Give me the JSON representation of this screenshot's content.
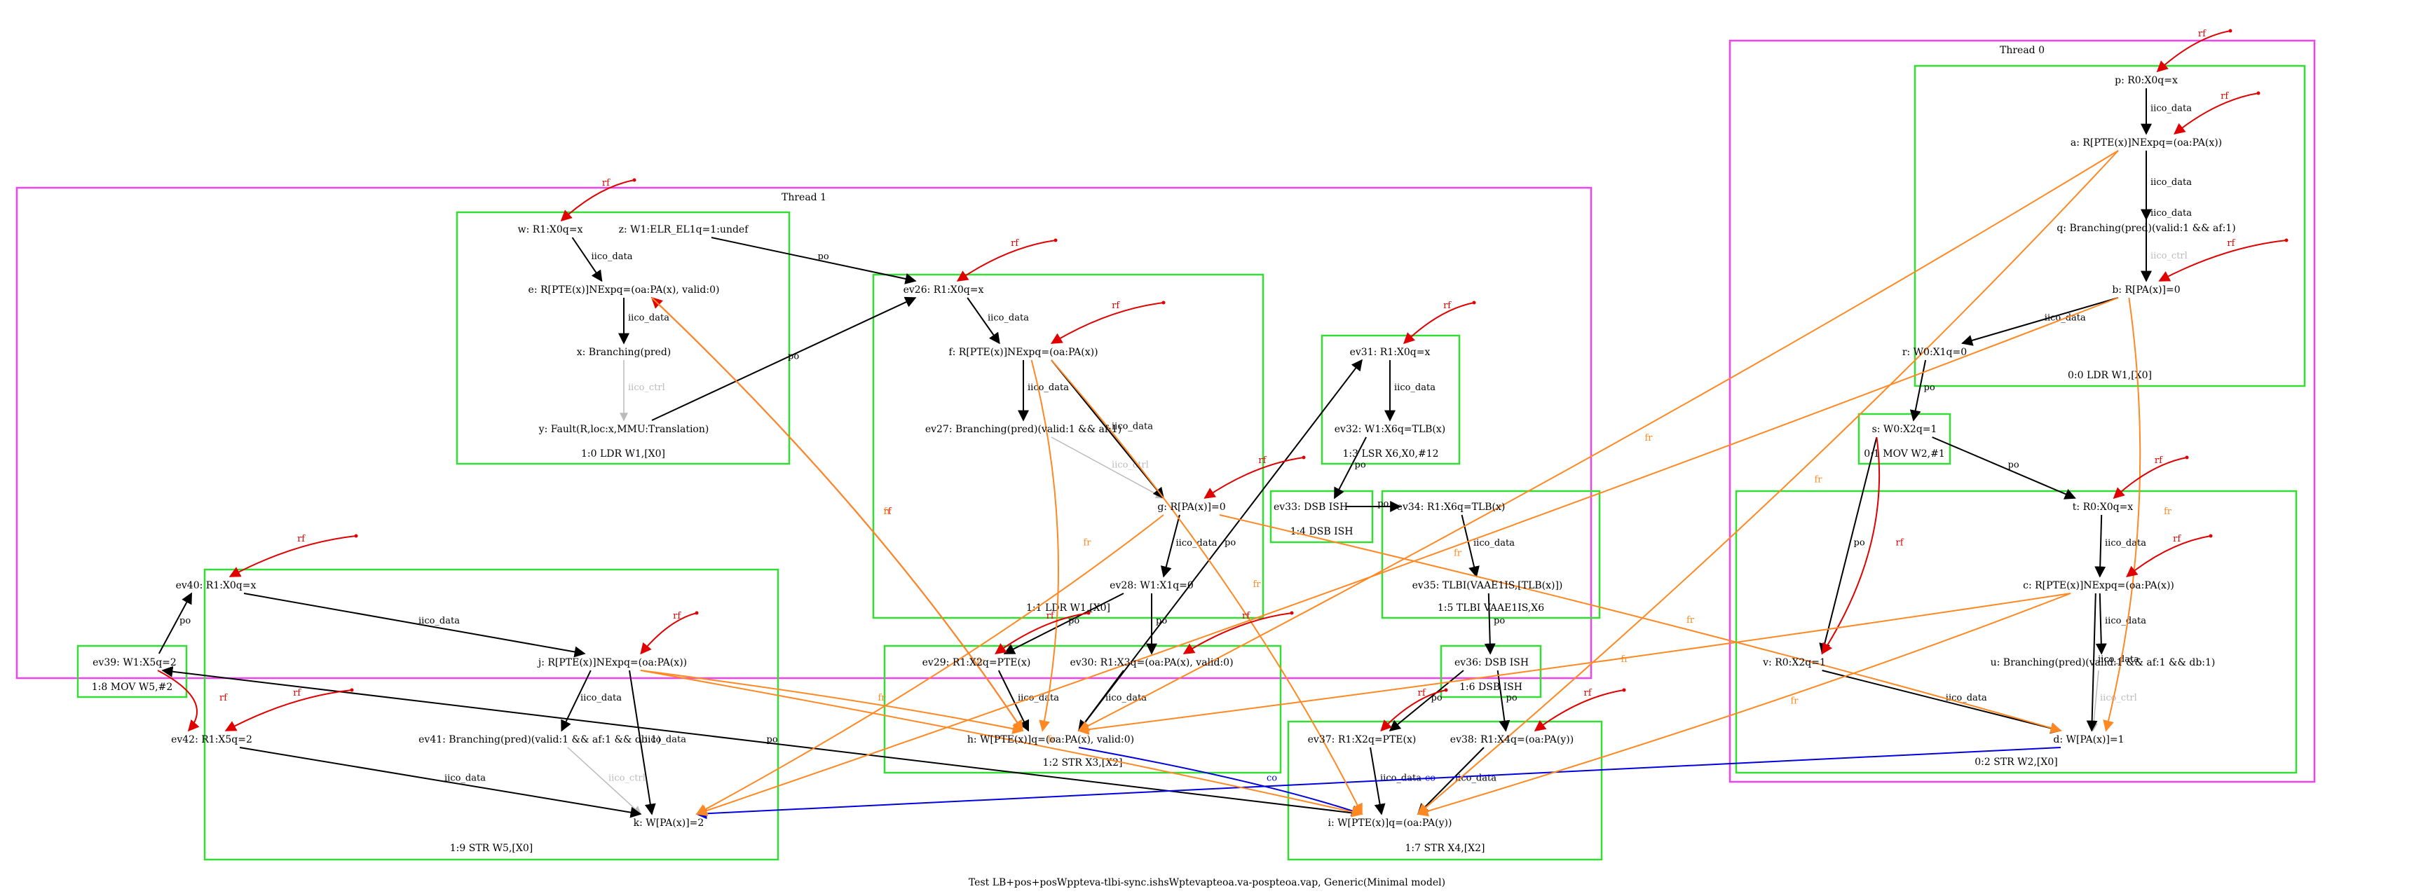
{
  "caption": "Test LB+pos+posWppteva-tlbi-sync.ishsWptevapteoa.va-pospteoa.vap, Generic(Minimal model)",
  "colors": {
    "thread": "#ee44ee",
    "instr": "#33dd33",
    "iico": "#000000",
    "ctrl": "#bbbbbb",
    "rf": "#e00000",
    "fr": "#ff8822",
    "co": "#0000dd",
    "po": "#000000"
  },
  "edge_labels": {
    "iico_data": "iico_data",
    "iico_ctrl": "iico_ctrl",
    "rf": "rf",
    "fr": "fr",
    "co": "co",
    "po": "po"
  },
  "clusters": [
    {
      "id": "thread1",
      "kind": "thread",
      "label": "Thread 1"
    },
    {
      "id": "thread0",
      "kind": "thread",
      "label": "Thread 0"
    },
    {
      "id": "i1_0",
      "kind": "instr",
      "label": "1:0 LDR W1,[X0]"
    },
    {
      "id": "i1_1",
      "kind": "instr",
      "label": "1:1 LDR W1,[X0]"
    },
    {
      "id": "i1_3",
      "kind": "instr",
      "label": "1:3 LSR X6,X0,#12"
    },
    {
      "id": "i1_4",
      "kind": "instr",
      "label": "1:4 DSB ISH"
    },
    {
      "id": "i1_5",
      "kind": "instr",
      "label": "1:5 TLBI VAAE1IS,X6"
    },
    {
      "id": "i1_6",
      "kind": "instr",
      "label": "1:6 DSB ISH"
    },
    {
      "id": "i1_8",
      "kind": "instr",
      "label": "1:8 MOV W5,#2"
    },
    {
      "id": "i1_9",
      "kind": "instr",
      "label": "1:9 STR W5,[X0]"
    },
    {
      "id": "i1_2",
      "kind": "instr",
      "label": "1:2 STR X3,[X2]"
    },
    {
      "id": "i1_7",
      "kind": "instr",
      "label": "1:7 STR X4,[X2]"
    },
    {
      "id": "i0_0",
      "kind": "instr",
      "label": "0:0 LDR W1,[X0]"
    },
    {
      "id": "i0_1",
      "kind": "instr",
      "label": "0:1 MOV W2,#1"
    },
    {
      "id": "i0_2",
      "kind": "instr",
      "label": "0:2 STR W2,[X0]"
    }
  ],
  "nodes": [
    {
      "id": "w",
      "label": "w: R1:X0q=x"
    },
    {
      "id": "z",
      "label": "z: W1:ELR_EL1q=1:undef"
    },
    {
      "id": "e",
      "label": "e: R[PTE(x)]NExpq=(oa:PA(x), valid:0)"
    },
    {
      "id": "x",
      "label": "x: Branching(pred)"
    },
    {
      "id": "y",
      "label": "y: Fault(R,loc:x,MMU:Translation)"
    },
    {
      "id": "ev26",
      "label": "ev26: R1:X0q=x"
    },
    {
      "id": "f",
      "label": "f: R[PTE(x)]NExpq=(oa:PA(x))"
    },
    {
      "id": "ev27",
      "label": "ev27: Branching(pred)(valid:1 && af:1)"
    },
    {
      "id": "g",
      "label": "g: R[PA(x)]=0"
    },
    {
      "id": "ev28",
      "label": "ev28: W1:X1q=0"
    },
    {
      "id": "ev31",
      "label": "ev31: R1:X0q=x"
    },
    {
      "id": "ev32",
      "label": "ev32: W1:X6q=TLB(x)"
    },
    {
      "id": "ev33",
      "label": "ev33: DSB ISH"
    },
    {
      "id": "ev34",
      "label": "ev34: R1:X6q=TLB(x)"
    },
    {
      "id": "ev35",
      "label": "ev35: TLBI(VAAE1IS,[TLB(x)])"
    },
    {
      "id": "ev36",
      "label": "ev36: DSB ISH"
    },
    {
      "id": "ev40",
      "label": "ev40: R1:X0q=x"
    },
    {
      "id": "ev39",
      "label": "ev39: W1:X5q=2"
    },
    {
      "id": "j",
      "label": "j: R[PTE(x)]NExpq=(oa:PA(x))"
    },
    {
      "id": "ev41",
      "label": "ev41: Branching(pred)(valid:1 && af:1 && db:1)"
    },
    {
      "id": "ev42",
      "label": "ev42: R1:X5q=2"
    },
    {
      "id": "k",
      "label": "k: W[PA(x)]=2"
    },
    {
      "id": "ev29",
      "label": "ev29: R1:X2q=PTE(x)"
    },
    {
      "id": "ev30",
      "label": "ev30: R1:X3q=(oa:PA(x), valid:0)"
    },
    {
      "id": "h",
      "label": "h: W[PTE(x)]q=(oa:PA(x), valid:0)"
    },
    {
      "id": "ev37",
      "label": "ev37: R1:X2q=PTE(x)"
    },
    {
      "id": "ev38",
      "label": "ev38: R1:X4q=(oa:PA(y))"
    },
    {
      "id": "i",
      "label": "i: W[PTE(x)]q=(oa:PA(y))"
    },
    {
      "id": "p",
      "label": "p: R0:X0q=x"
    },
    {
      "id": "a",
      "label": "a: R[PTE(x)]NExpq=(oa:PA(x))"
    },
    {
      "id": "q",
      "label": "q: Branching(pred)(valid:1 && af:1)"
    },
    {
      "id": "b",
      "label": "b: R[PA(x)]=0"
    },
    {
      "id": "r",
      "label": "r: W0:X1q=0"
    },
    {
      "id": "s",
      "label": "s: W0:X2q=1"
    },
    {
      "id": "t",
      "label": "t: R0:X0q=x"
    },
    {
      "id": "c",
      "label": "c: R[PTE(x)]NExpq=(oa:PA(x))"
    },
    {
      "id": "u",
      "label": "u: Branching(pred)(valid:1 && af:1 && db:1)"
    },
    {
      "id": "v",
      "label": "v: R0:X2q=1"
    },
    {
      "id": "d",
      "label": "d: W[PA(x)]=1"
    }
  ],
  "edges": [
    {
      "from": "w",
      "to": "e",
      "kind": "iico_data"
    },
    {
      "from": "e",
      "to": "x",
      "kind": "iico_data"
    },
    {
      "from": "x",
      "to": "y",
      "kind": "iico_ctrl"
    },
    {
      "from": "z",
      "to": "ev26",
      "kind": "po"
    },
    {
      "from": "y",
      "to": "ev26",
      "kind": "po"
    },
    {
      "from": "ev26",
      "to": "f",
      "kind": "iico_data"
    },
    {
      "from": "f",
      "to": "ev27",
      "kind": "iico_data"
    },
    {
      "from": "ev27",
      "to": "g",
      "kind": "iico_ctrl"
    },
    {
      "from": "f",
      "to": "g",
      "kind": "iico_data"
    },
    {
      "from": "g",
      "to": "ev28",
      "kind": "iico_data"
    },
    {
      "from": "ev28",
      "to": "ev29",
      "kind": "po"
    },
    {
      "from": "ev28",
      "to": "ev30",
      "kind": "po"
    },
    {
      "from": "ev29",
      "to": "h",
      "kind": "iico_data"
    },
    {
      "from": "ev30",
      "to": "h",
      "kind": "iico_data"
    },
    {
      "from": "h",
      "to": "ev31",
      "kind": "po"
    },
    {
      "from": "ev31",
      "to": "ev32",
      "kind": "iico_data"
    },
    {
      "from": "ev32",
      "to": "ev33",
      "kind": "po"
    },
    {
      "from": "ev33",
      "to": "ev34",
      "kind": "po"
    },
    {
      "from": "ev34",
      "to": "ev35",
      "kind": "iico_data"
    },
    {
      "from": "ev35",
      "to": "ev36",
      "kind": "po"
    },
    {
      "from": "ev36",
      "to": "ev37",
      "kind": "po"
    },
    {
      "from": "ev36",
      "to": "ev38",
      "kind": "po"
    },
    {
      "from": "ev37",
      "to": "i",
      "kind": "iico_data"
    },
    {
      "from": "ev38",
      "to": "i",
      "kind": "iico_data"
    },
    {
      "from": "i",
      "to": "ev39",
      "kind": "po"
    },
    {
      "from": "ev39",
      "to": "ev40",
      "kind": "po"
    },
    {
      "from": "ev39",
      "to": "ev42",
      "kind": "rf"
    },
    {
      "from": "ev40",
      "to": "j",
      "kind": "iico_data"
    },
    {
      "from": "j",
      "to": "ev41",
      "kind": "iico_data"
    },
    {
      "from": "ev41",
      "to": "k",
      "kind": "iico_ctrl"
    },
    {
      "from": "j",
      "to": "k",
      "kind": "iico_data"
    },
    {
      "from": "ev42",
      "to": "k",
      "kind": "iico_data"
    },
    {
      "from": "h",
      "to": "e",
      "kind": "rf"
    },
    {
      "from": "h",
      "to": "i",
      "kind": "co"
    },
    {
      "from": "d",
      "to": "k",
      "kind": "co"
    },
    {
      "from": "p",
      "to": "a",
      "kind": "iico_data"
    },
    {
      "from": "a",
      "to": "q",
      "kind": "iico_data"
    },
    {
      "from": "q",
      "to": "b",
      "kind": "iico_ctrl"
    },
    {
      "from": "a",
      "to": "b",
      "kind": "iico_data"
    },
    {
      "from": "b",
      "to": "r",
      "kind": "iico_data"
    },
    {
      "from": "r",
      "to": "s",
      "kind": "po"
    },
    {
      "from": "s",
      "to": "t",
      "kind": "po"
    },
    {
      "from": "s",
      "to": "v",
      "kind": "po"
    },
    {
      "from": "s",
      "to": "v",
      "kind": "rf"
    },
    {
      "from": "t",
      "to": "c",
      "kind": "iico_data"
    },
    {
      "from": "c",
      "to": "u",
      "kind": "iico_data"
    },
    {
      "from": "u",
      "to": "d",
      "kind": "iico_ctrl"
    },
    {
      "from": "c",
      "to": "d",
      "kind": "iico_data"
    },
    {
      "from": "v",
      "to": "d",
      "kind": "iico_data"
    },
    {
      "from": "e",
      "to": "h",
      "kind": "fr"
    },
    {
      "from": "f",
      "to": "h",
      "kind": "fr"
    },
    {
      "from": "f",
      "to": "i",
      "kind": "fr"
    },
    {
      "from": "g",
      "to": "k",
      "kind": "fr"
    },
    {
      "from": "g",
      "to": "d",
      "kind": "fr"
    },
    {
      "from": "j",
      "to": "h",
      "kind": "fr"
    },
    {
      "from": "j",
      "to": "i",
      "kind": "fr"
    },
    {
      "from": "a",
      "to": "h",
      "kind": "fr"
    },
    {
      "from": "a",
      "to": "i",
      "kind": "fr"
    },
    {
      "from": "b",
      "to": "d",
      "kind": "fr"
    },
    {
      "from": "b",
      "to": "k",
      "kind": "fr"
    },
    {
      "from": "c",
      "to": "h",
      "kind": "fr"
    },
    {
      "from": "c",
      "to": "i",
      "kind": "fr"
    },
    {
      "from": "INIT",
      "to": "w",
      "kind": "rf"
    },
    {
      "from": "INIT",
      "to": "ev26",
      "kind": "rf"
    },
    {
      "from": "INIT",
      "to": "f",
      "kind": "rf"
    },
    {
      "from": "INIT",
      "to": "ev31",
      "kind": "rf"
    },
    {
      "from": "INIT",
      "to": "g",
      "kind": "rf"
    },
    {
      "from": "INIT",
      "to": "ev40",
      "kind": "rf"
    },
    {
      "from": "INIT",
      "to": "j",
      "kind": "rf"
    },
    {
      "from": "INIT",
      "to": "ev29",
      "kind": "rf"
    },
    {
      "from": "INIT",
      "to": "ev30",
      "kind": "rf"
    },
    {
      "from": "INIT",
      "to": "ev37",
      "kind": "rf"
    },
    {
      "from": "INIT",
      "to": "ev38",
      "kind": "rf"
    },
    {
      "from": "INIT",
      "to": "ev42",
      "kind": "rf"
    },
    {
      "from": "INIT",
      "to": "p",
      "kind": "rf"
    },
    {
      "from": "INIT",
      "to": "a",
      "kind": "rf"
    },
    {
      "from": "INIT",
      "to": "b",
      "kind": "rf"
    },
    {
      "from": "INIT",
      "to": "t",
      "kind": "rf"
    },
    {
      "from": "INIT",
      "to": "c",
      "kind": "rf"
    }
  ]
}
